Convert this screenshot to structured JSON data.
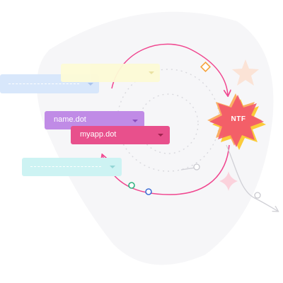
{
  "diagram": {
    "fields": [
      {
        "id": "field-blue-top",
        "label": "",
        "style": "dashed"
      },
      {
        "id": "field-yellow-top",
        "label": "",
        "style": "plain"
      },
      {
        "id": "field-name-dot",
        "label": "name.dot",
        "style": "label"
      },
      {
        "id": "field-myapp-dot",
        "label": "myapp.dot",
        "style": "label"
      },
      {
        "id": "field-cyan-bottom",
        "label": "",
        "style": "dashed"
      }
    ],
    "badge": {
      "label": "NTF"
    },
    "colors": {
      "accent_pink": "#f0468f",
      "purple": "#c08be6",
      "magenta": "#e8508c",
      "cyan_light": "#cdf3f3",
      "blue_light": "#d8e7fb",
      "yellow_light": "#fdfbd6",
      "star_red": "#f2566b",
      "star_yellow": "#fbcb3a",
      "star_orange": "#fca34a",
      "node_green": "#2fb380",
      "node_blue": "#3f6fd6",
      "node_orange": "#f6a23a",
      "background_blob": "#f6f6f8",
      "node_gray": "#c9c9cf"
    }
  }
}
